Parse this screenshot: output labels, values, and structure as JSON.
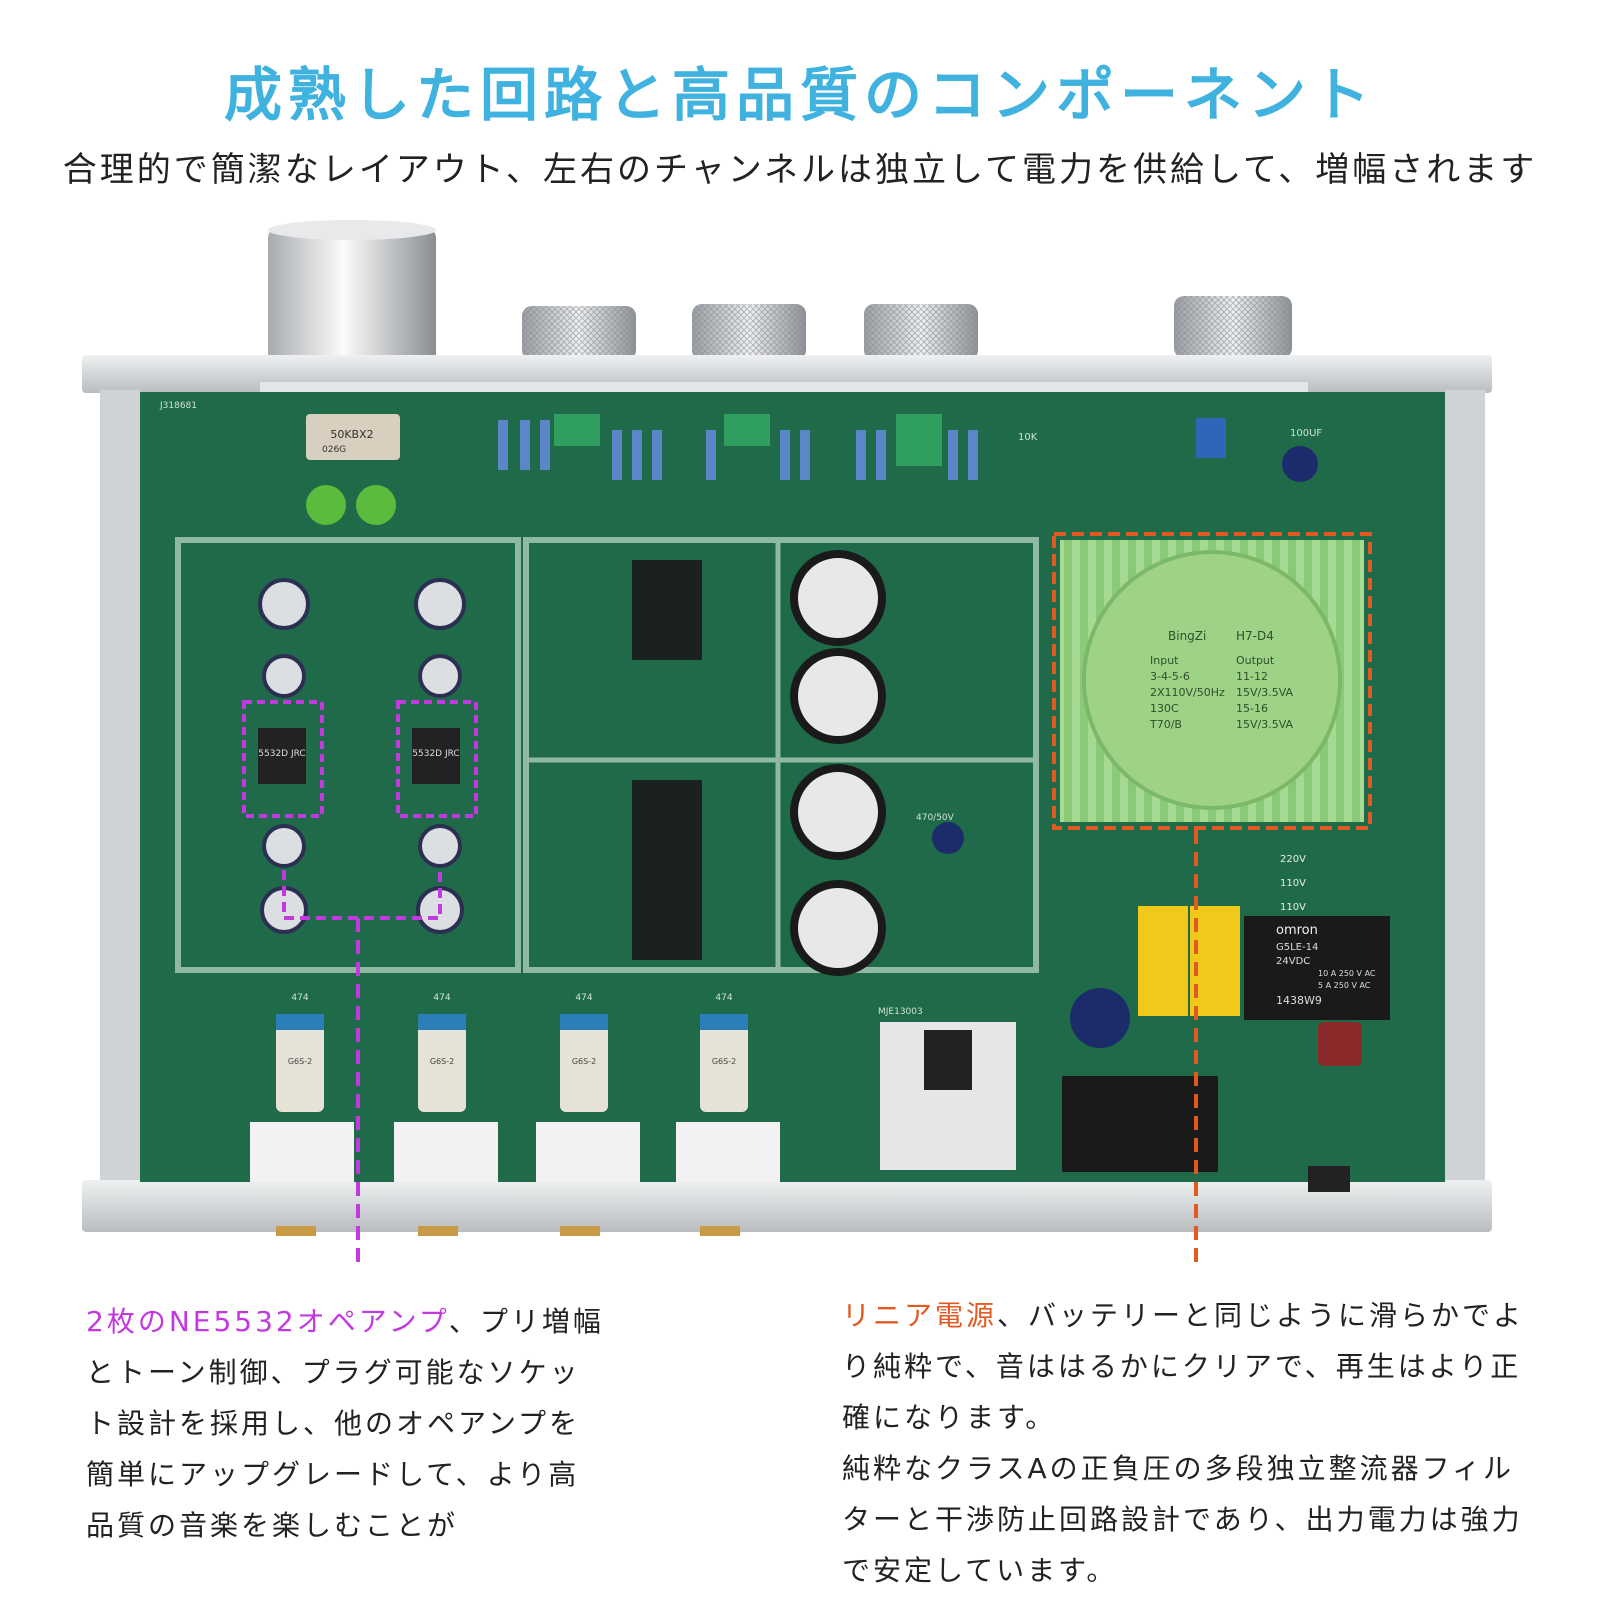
{
  "headline": "成熟した回路と高品質のコンポーネント",
  "subline": "合理的で簡潔なレイアウト、左右のチャンネルは独立して電力を供給して、増幅されます",
  "left_text": {
    "highlight": "2枚のNE5532オペアンプ",
    "body": "、プリ増幅とトーン制御、プラグ可能なソケット設計を採用し、他のオペアンプを簡単にアップグレードして、より高品質の音楽を楽しむことが"
  },
  "right_text": {
    "highlight": "リニア電源",
    "body": "、バッテリーと同じように滑らかでより純粋で、音ははるかにクリアで、再生はより正確になります。",
    "body2": "純粋なクラスAの正負圧の多段独立整流器フィルターと干渉防止回路設計であり、出力電力は強力で安定しています。"
  },
  "pcb": {
    "pot_label": "50KBX2",
    "pot_code": "026G",
    "board_code": "J318681",
    "chip_label": "5532D JRC",
    "transformer_lines": [
      "BingZi",
      "H7-D4",
      "Input",
      "3-4-5-6",
      "2X110V/50Hz",
      "130C",
      "T70/B",
      "Output",
      "11-12",
      "15V/3.5VA",
      "15-16",
      "15V/3.5VA"
    ],
    "relay_brand": "omron",
    "relay_model": "G5LE-14",
    "relay_voltage": "24VDC",
    "relay_rating1": "10 A 250 V AC",
    "relay_rating2": "5 A 250 V AC",
    "relay_code": "1438W9",
    "small_relay_label": "G6S-2",
    "small_relay_top": "474",
    "regulator_label": "MJE13003",
    "voltage_220": "220V",
    "voltage_110": "110V",
    "cap_label": "100UF",
    "cap_470": "470/50V",
    "resistor_label": "10K"
  },
  "colors": {
    "headline": "#3fb2df",
    "magenta": "#c438e0",
    "orange": "#e25a22",
    "pcb_green": "#1f6a48",
    "chassis": "#d9dcde"
  }
}
